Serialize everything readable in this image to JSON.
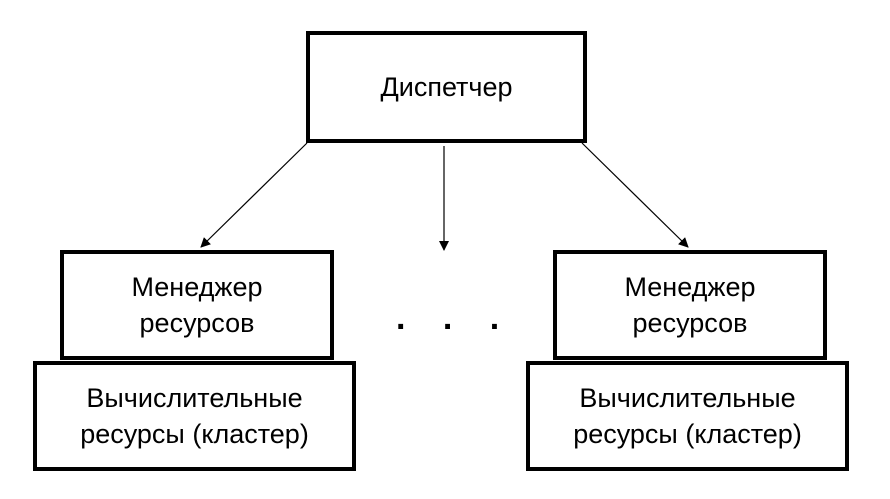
{
  "diagram": {
    "dispatcher": {
      "label": "Диспетчер"
    },
    "left_group": {
      "manager": {
        "label": "Менеджер\nресурсов"
      },
      "cluster": {
        "label": "Вычислительные\nресурсы (кластер)"
      }
    },
    "right_group": {
      "manager": {
        "label": "Менеджер\nресурсов"
      },
      "cluster": {
        "label": "Вычислительные\nресурсы (кластер)"
      }
    },
    "ellipsis": ". . ."
  },
  "colors": {
    "stroke": "#000000",
    "background": "#ffffff"
  }
}
